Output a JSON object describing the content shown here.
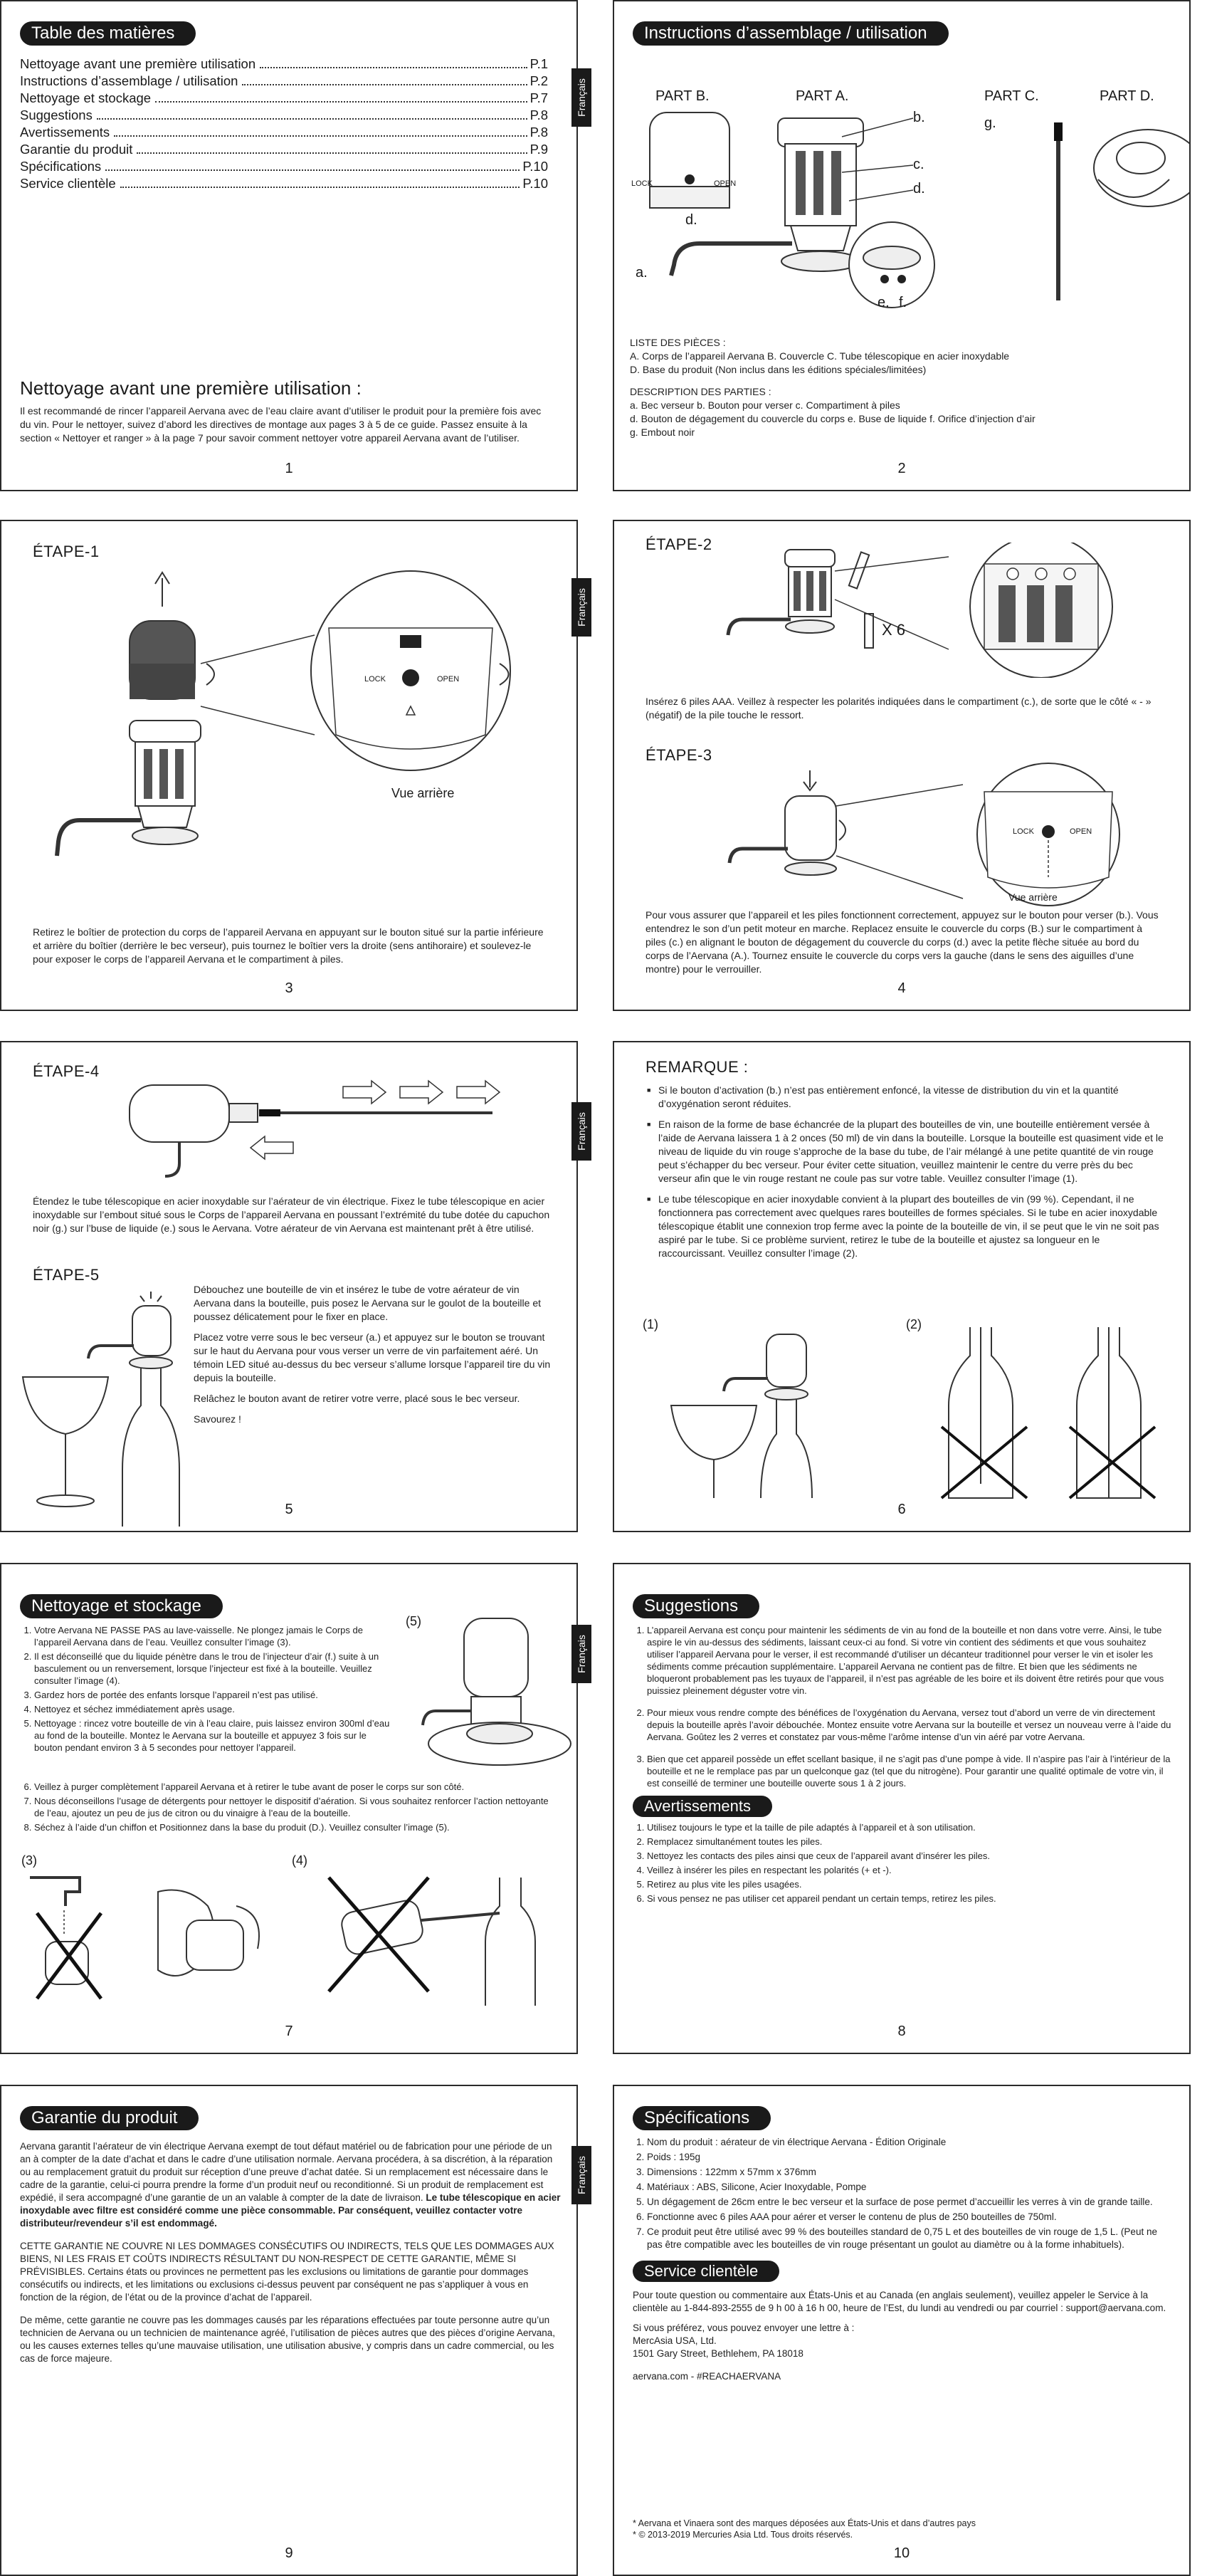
{
  "lang_tab": "Français",
  "p1": {
    "title": "Table des matières",
    "toc": [
      {
        "label": "Nettoyage avant une première utilisation",
        "page": "P.1"
      },
      {
        "label": "Instructions d’assemblage / utilisation",
        "page": "P.2"
      },
      {
        "label": "Nettoyage et stockage",
        "page": "P.7"
      },
      {
        "label": "Suggestions",
        "page": "P.8"
      },
      {
        "label": "Avertissements",
        "page": "P.8"
      },
      {
        "label": "Garantie du produit",
        "page": "P.9"
      },
      {
        "label": "Spécifications",
        "page": "P.10"
      },
      {
        "label": "Service clientèle",
        "page": "P.10"
      }
    ],
    "cleaning_title": "Nettoyage avant une première utilisation :",
    "cleaning_text": "Il est recommandé de rincer l’appareil Aervana avec de l’eau claire avant d’utiliser le produit pour la première fois avec du vin. Pour le nettoyer, suivez d’abord les directives de montage aux pages 3 à 5 de ce guide. Passez ensuite à la section « Nettoyer et ranger » à la page 7 pour savoir comment nettoyer votre appareil Aervana avant de l’utiliser.",
    "page": "1"
  },
  "p2": {
    "title": "Instructions d’assemblage / utilisation",
    "parts": [
      "PART B.",
      "PART A.",
      "PART C.",
      "PART D."
    ],
    "letters": [
      "a.",
      "b.",
      "c.",
      "d.",
      "d.",
      "e.",
      "f.",
      "g."
    ],
    "lock": "LOCK",
    "open": "OPEN",
    "list_title": "LISTE DES PIÈCES :",
    "list_1": "A. Corps de l’appareil Aervana      B. Couvercle      C. Tube télescopique en acier inoxydable",
    "list_2": "D. Base du produit (Non inclus dans les éditions spéciales/limitées)",
    "desc_title": "DESCRIPTION DES PARTIES :",
    "desc_1": "a. Bec verseur      b. Bouton pour verser      c. Compartiment à piles",
    "desc_2": "d. Bouton de dégagement du couvercle du corps      e. Buse de liquide      f. Orifice d’injection d’air",
    "desc_3": "g. Embout noir",
    "page": "2"
  },
  "p3": {
    "step": "ÉTAPE-1",
    "lock": "LOCK",
    "open": "OPEN",
    "caption": "Vue arrière",
    "text": "Retirez le boîtier de protection du corps de l’appareil Aervana en appuyant sur le bouton situé sur la partie inférieure et arrière du boîtier (derrière le bec verseur), puis tournez le boîtier vers la droite (sens antihoraire) et soulevez-le pour exposer le corps de l’appareil Aervana et le compartiment à piles.",
    "page": "3"
  },
  "p4": {
    "step2": "ÉTAPE-2",
    "x6": "X 6",
    "text2": "Insérez 6 piles AAA. Veillez à respecter les polarités indiquées dans le compartiment (c.), de sorte que le côté « - » (négatif) de la pile touche le ressort.",
    "step3": "ÉTAPE-3",
    "lock": "LOCK",
    "open": "OPEN",
    "caption": "Vue arrière",
    "text3": "Pour vous assurer que l’appareil et les piles fonctionnent correctement, appuyez sur le bouton pour verser (b.). Vous entendrez le son d’un petit moteur en marche. Replacez ensuite le couvercle du corps (B.) sur le compartiment à piles (c.) en alignant le bouton de dégagement du couvercle du corps (d.) avec la petite flèche située au bord du corps de l’Aervana (A.). Tournez ensuite le couvercle du corps vers la gauche (dans le sens des aiguilles d’une montre) pour le verrouiller.",
    "page": "4"
  },
  "p5": {
    "step4": "ÉTAPE-4",
    "text4": "Étendez le tube télescopique en acier inoxydable sur l’aérateur de vin électrique. Fixez le tube télescopique en acier inoxydable sur l’embout situé sous le Corps de l’appareil Aervana en poussant l’extrémité du tube dotée du capuchon noir (g.) sur l’buse de liquide (e.) sous le Aervana. Votre aérateur de vin Aervana est maintenant prêt à être utilisé.",
    "step5": "ÉTAPE-5",
    "text5a": "Débouchez une bouteille de vin et insérez le tube de votre aérateur de vin Aervana dans la bouteille, puis posez le Aervana sur le goulot de la bouteille et poussez délicatement pour le fixer en place.",
    "text5b": "Placez votre verre sous le bec verseur (a.) et appuyez sur le bouton se trouvant sur le haut du Aervana pour vous verser un verre de vin parfaitement aéré. Un témoin LED situé au-dessus du bec verseur s’allume lorsque l’appareil tire du vin depuis la bouteille.",
    "text5c": "Relâchez le bouton avant de retirer votre verre, placé sous le bec verseur.",
    "text5d": "Savourez !",
    "page": "5"
  },
  "p6": {
    "title": "REMARQUE :",
    "bullets": [
      "Si le bouton d’activation (b.) n’est pas entièrement enfoncé, la vitesse de distribution du vin et la quantité d’oxygénation seront réduites.",
      "En raison de la forme de base échancrée de la plupart des bouteilles de vin, une bouteille entièrement versée à l’aide de Aervana laissera 1 à 2 onces (50 ml) de vin dans la bouteille. Lorsque la bouteille est quasiment vide et le niveau de liquide du vin rouge s’approche de la base du tube, de l’air mélangé à une petite quantité de vin rouge peut s’échapper du bec verseur. Pour éviter cette situation, veuillez maintenir le centre du verre près du bec verseur afin que le vin rouge restant ne coule pas sur votre table. Veuillez consulter l’image (1).",
      "Le tube télescopique en acier inoxydable convient à la plupart des bouteilles de vin (99 %). Cependant, il ne fonctionnera pas correctement avec quelques rares bouteilles de formes spéciales. Si le tube en acier inoxydable télescopique établit une connexion trop ferme avec la pointe de la bouteille de vin, il se peut que le vin ne soit pas aspiré par le tube. Si ce problème survient, retirez le tube de la bouteille et ajustez sa longueur en le raccourcissant. Veuillez consulter l’image (2)."
    ],
    "img1": "(1)",
    "img2": "(2)",
    "page": "6"
  },
  "p7": {
    "title": "Nettoyage et stockage",
    "items": [
      "Votre Aervana NE PASSE PAS au lave-vaisselle. Ne plongez jamais le Corps de l’appareil Aervana dans de l’eau. Veuillez consulter l’image (3).",
      "Il est déconseillé que du liquide pénètre dans le trou de l’injecteur d’air (f.) suite à un basculement ou un renversement, lorsque l’injecteur est fixé à la bouteille. Veuillez consulter l’image (4).",
      "Gardez hors de portée des enfants lorsque l’appareil n’est pas utilisé.",
      "Nettoyez et séchez immédiatement après usage.",
      "Nettoyage : rincez votre bouteille de vin à l’eau claire, puis laissez environ 300ml d’eau au fond de la bouteille. Montez le Aervana sur la bouteille et appuyez 3 fois sur le bouton pendant environ 3 à 5 secondes pour nettoyer l’appareil.",
      "Veillez à purger complètement l’appareil Aervana et à retirer le tube avant de poser le corps sur son côté.",
      "Nous déconseillons l’usage de détergents pour nettoyer le dispositif d’aération. Si vous souhaitez renforcer l’action nettoyante de l’eau, ajoutez un peu de jus de citron ou du vinaigre à l’eau de la bouteille.",
      "Séchez à l’aide d’un chiffon et Positionnez dans la base du produit (D.). Veuillez consulter l’image (5)."
    ],
    "img3": "(3)",
    "img4": "(4)",
    "img5": "(5)",
    "page": "7"
  },
  "p8": {
    "title": "Suggestions",
    "items": [
      "L’appareil Aervana est conçu pour maintenir les sédiments de vin au fond de la bouteille et non dans votre verre. Ainsi, le tube aspire le vin au-dessus des sédiments, laissant ceux-ci au fond. Si votre vin contient des sédiments et que vous souhaitez utiliser l’appareil Aervana pour le verser, il est recommandé d’utiliser un décanteur traditionnel pour verser le vin et isoler les sédiments comme précaution supplémentaire. L’appareil Aervana ne contient pas de filtre. Et bien que les sédiments ne bloqueront probablement pas les tuyaux de l’appareil, il n’est pas agréable de les boire et ils doivent être retirés pour que vous puissiez pleinement déguster votre vin.",
      "Pour mieux vous rendre compte des bénéfices de l’oxygénation du Aervana, versez tout d’abord un verre de vin directement depuis la bouteille après l’avoir débouchée. Montez ensuite votre Aervana sur la bouteille et versez un nouveau verre à l’aide du Aervana. Goûtez les 2 verres et constatez par vous-même l’arôme intense d’un vin aéré par votre Aervana.",
      "Bien que cet appareil possède un effet scellant basique, il ne s’agit pas d’une pompe à vide. Il n’aspire pas l’air à l’intérieur de la bouteille et ne le remplace pas par un quelconque gaz (tel que du nitrogène). Pour garantir une qualité optimale de votre vin, il est conseillé de terminer une bouteille ouverte sous 1 à 2 jours."
    ],
    "warn_title": "Avertissements",
    "warnings": [
      "Utilisez toujours le type et la taille de pile adaptés à l’appareil et à son utilisation.",
      "Remplacez simultanément toutes les piles.",
      "Nettoyez les contacts des piles ainsi que ceux de l’appareil avant d’insérer les piles.",
      "Veillez à insérer les piles en respectant les polarités (+ et -).",
      "Retirez au plus vite les piles usagées.",
      "Si vous pensez ne pas utiliser cet appareil pendant un certain temps, retirez les piles."
    ],
    "page": "8"
  },
  "p9": {
    "title": "Garantie du produit",
    "para1_normal": "Aervana garantit l’aérateur de vin électrique Aervana exempt de tout défaut matériel ou de fabrication pour une période de un an à compter de la date d’achat et dans le cadre d’une utilisation normale. Aervana procédera, à sa discrétion, à la réparation ou au remplacement gratuit du produit sur réception d’une preuve d’achat datée. Si un remplacement est nécessaire dans le cadre de la garantie, celui-ci pourra prendre la forme d’un produit neuf ou reconditionné. Si un produit de remplacement est expédié, il sera accompagné d’une garantie de un an valable à compter de la date de livraison.",
    "para1_bold": "Le tube télescopique en acier inoxydable avec filtre est considéré comme une pièce consommable. Par conséquent, veuillez contacter votre distributeur/revendeur s’il est endommagé.",
    "para2": "CETTE GARANTIE NE COUVRE NI LES DOMMAGES CONSÉCUTIFS OU INDIRECTS, TELS QUE LES DOMMAGES AUX BIENS, NI LES FRAIS ET COÛTS INDIRECTS RÉSULTANT DU NON-RESPECT DE CETTE GARANTIE, MÊME SI PRÉVISIBLES. Certains états ou provinces ne permettent pas les exclusions ou limitations de garantie pour dommages consécutifs ou indirects, et les limitations ou exclusions ci-dessus peuvent par conséquent ne pas s’appliquer à vous en fonction de la région, de l’état ou de la province d’achat de l’appareil.",
    "para3": "De même, cette garantie ne couvre pas les dommages causés par les réparations effectuées par toute personne autre qu’un technicien de Aervana ou un technicien de maintenance agréé, l’utilisation de pièces autres que des pièces d’origine Aervana, ou les causes externes telles qu’une mauvaise utilisation, une utilisation abusive, y compris dans un cadre commercial, ou les cas de force majeure.",
    "page": "9"
  },
  "p10": {
    "title": "Spécifications",
    "specs": [
      "Nom du produit : aérateur de vin électrique Aervana - Édition Originale",
      "Poids : 195g",
      "Dimensions : 122mm x 57mm x 376mm",
      "Matériaux : ABS, Silicone, Acier Inoxydable, Pompe",
      "Un dégagement de 26cm entre le bec verseur et la surface de pose permet d’accueillir les verres à vin de grande taille.",
      "Fonctionne avec 6 piles AAA pour aérer et verser le contenu de plus de 250 bouteilles de 750ml.",
      "Ce produit peut être utilisé avec 99 % des bouteilles standard de 0,75 L et des bouteilles de vin rouge de 1,5 L. (Peut ne pas être compatible avec les bouteilles de vin rouge présentant un goulot au diamètre ou à la forme inhabituels)."
    ],
    "svc_title": "Service clientèle",
    "svc_text": "Pour toute question ou commentaire aux États-Unis et au Canada (en anglais seulement), veuillez appeler le Service à la clientèle au 1-844-893-2555 de 9 h 00 à 16 h 00, heure de l’Est, du lundi au vendredi ou par courriel : support@aervana.com.",
    "mail_intro": "Si vous préférez, vous pouvez envoyer une lettre à :",
    "addr1": "MercAsia USA, Ltd.",
    "addr2": "1501 Gary Street, Bethlehem, PA 18018",
    "web": "aervana.com - #REACHAERVANA",
    "fn1": "*  Aervana et Vinaera sont des marques déposées aux États-Unis et dans d’autres pays",
    "fn2": "*  © 2013-2019 Mercuries Asia Ltd. Tous droits réservés.",
    "page": "10"
  }
}
